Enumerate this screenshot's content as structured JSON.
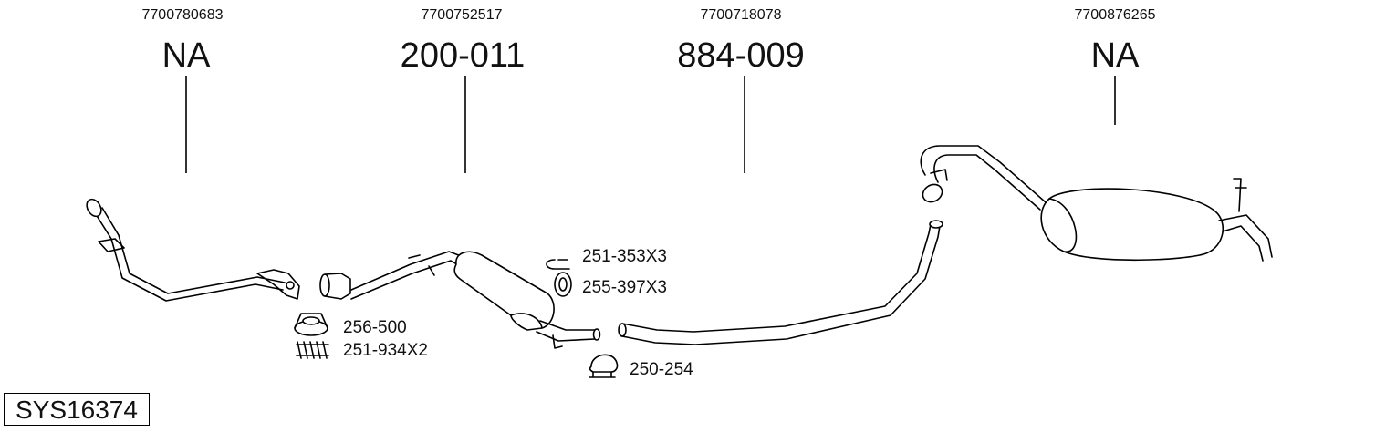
{
  "parts": [
    {
      "oem": "7700780683",
      "ref": "NA"
    },
    {
      "oem": "7700752517",
      "ref": "200-011"
    },
    {
      "oem": "7700718078",
      "ref": "884-009"
    },
    {
      "oem": "7700876265",
      "ref": "NA"
    }
  ],
  "accessories": [
    {
      "code": "251-353X3"
    },
    {
      "code": "255-397X3"
    },
    {
      "code": "256-500"
    },
    {
      "code": "251-934X2"
    },
    {
      "code": "250-254"
    }
  ],
  "system_id": "SYS16374"
}
